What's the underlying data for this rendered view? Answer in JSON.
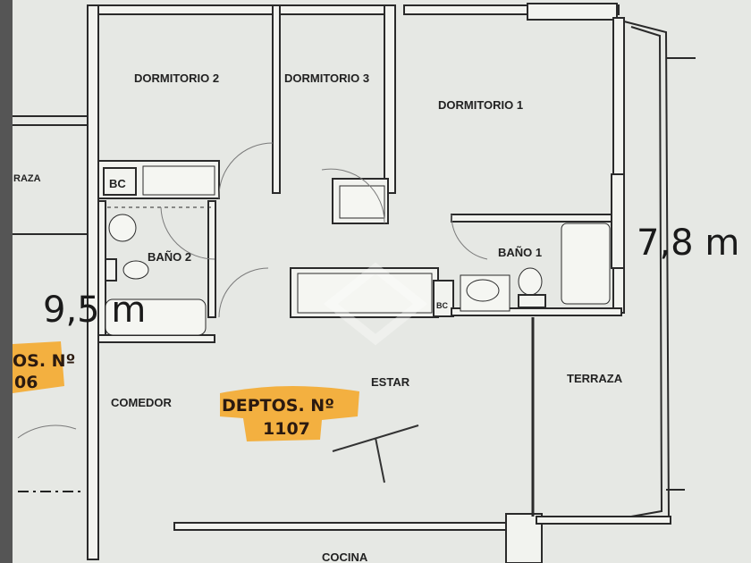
{
  "rooms": {
    "dormitorio_2": "DORMITORIO 2",
    "dormitorio_3": "DORMITORIO 3",
    "dormitorio_1": "DORMITORIO 1",
    "bc_left": "BC",
    "bano_2": "BAÑO 2",
    "bano_1": "BAÑO 1",
    "bc_small": "BC",
    "estar": "ESTAR",
    "comedor": "COMEDOR",
    "terraza": "TERRAZA",
    "terraza_left": "RAZA",
    "cocina": "COCINA"
  },
  "dimensions": {
    "width": "9,5 m",
    "depth": "7,8 m"
  },
  "highlight": {
    "title": "DEPTOS. Nº",
    "number": "1107"
  },
  "neighbor": {
    "title": "OS. Nº",
    "number": "06"
  },
  "colors": {
    "paper": "#e8eae6",
    "highlight": "#f5a623",
    "wall": "#2a2a2a"
  }
}
